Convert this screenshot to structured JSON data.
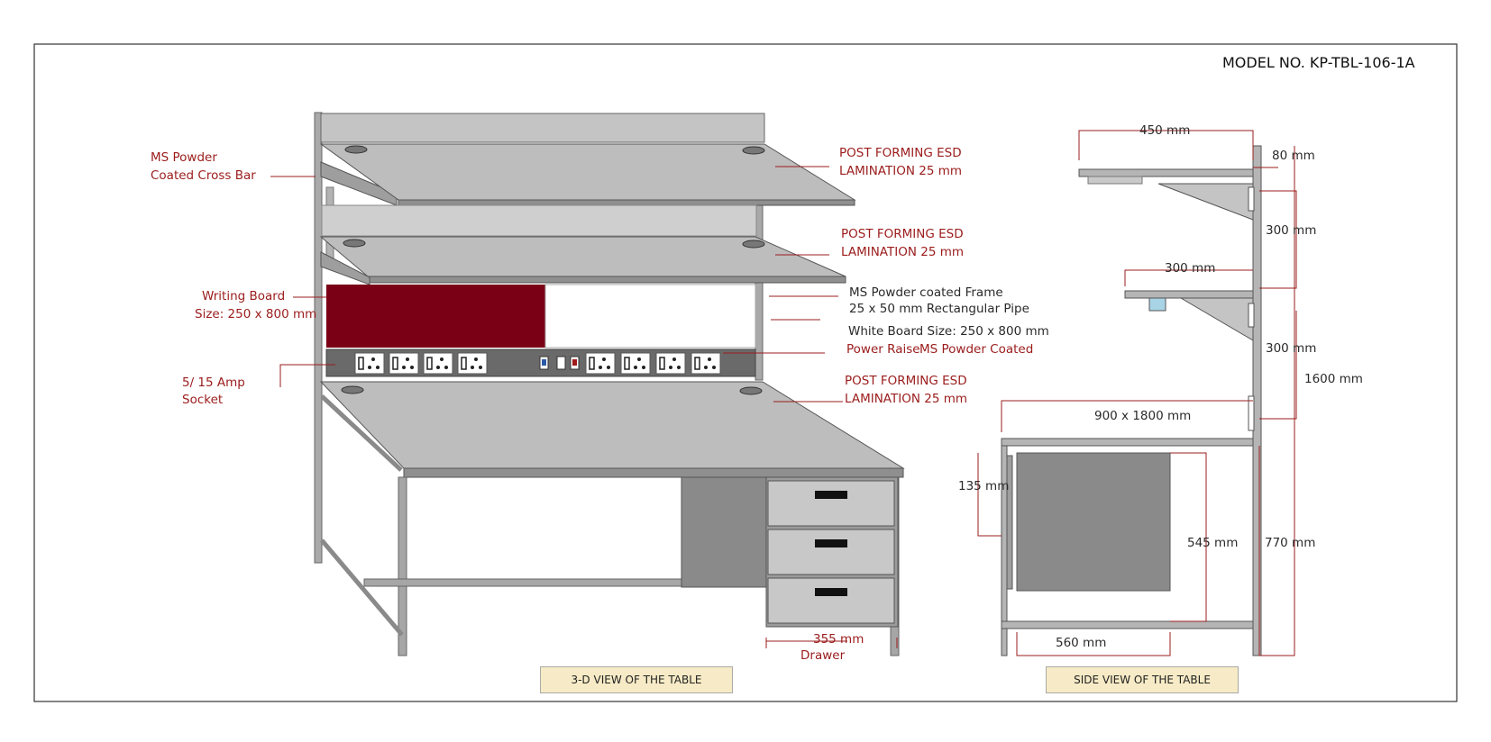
{
  "model_no": "MODEL NO. KP-TBL-106-1A",
  "captions": {
    "view_3d": "3-D VIEW OF THE TABLE",
    "view_side": "SIDE VIEW OF THE TABLE"
  },
  "labels_3d": {
    "cross_bar_1": "MS Powder",
    "cross_bar_2": "Coated Cross Bar",
    "shelf_top_1": "POST FORMING ESD",
    "shelf_top_2": "LAMINATION 25 mm",
    "shelf_mid_1": "POST FORMING ESD",
    "shelf_mid_2": "LAMINATION 25 mm",
    "writing_board_1": "Writing Board",
    "writing_board_2": "Size: 250 x 800 mm",
    "frame_1": "MS Powder coated Frame",
    "frame_2": "25 x 50 mm Rectangular Pipe",
    "white_board": "White Board Size: 250 x 800 mm",
    "power_raise_1": "Power Raise",
    "power_raise_2": "MS Powder Coated",
    "socket_1": "5/ 15 Amp",
    "socket_2": "Socket",
    "worktop_1": "POST FORMING ESD",
    "worktop_2": "LAMINATION 25 mm",
    "drawer_width": "355 mm",
    "drawer": "Drawer"
  },
  "labels_side": {
    "shelf_depth": "450 mm",
    "offset": "80 mm",
    "gap_upper": "300 mm",
    "mid_shelf_depth": "300 mm",
    "gap_lower": "300 mm",
    "total_height": "1600 mm",
    "worktop_size": "900 x 1800 mm",
    "drawer_height": "135 mm",
    "cabinet_height": "545 mm",
    "table_height": "770 mm",
    "cabinet_depth": "560 mm"
  },
  "colors": {
    "panel": "#bdbdbd",
    "panel_dark": "#8f8f8f",
    "frame": "#a6a6a6",
    "writing_board": "#7a0015",
    "dimension_red": "#9b1c1c",
    "caption_bg": "#f6ebc6"
  },
  "icons": [
    "socket-icon",
    "switch-icon",
    "pipe-hole-icon"
  ]
}
